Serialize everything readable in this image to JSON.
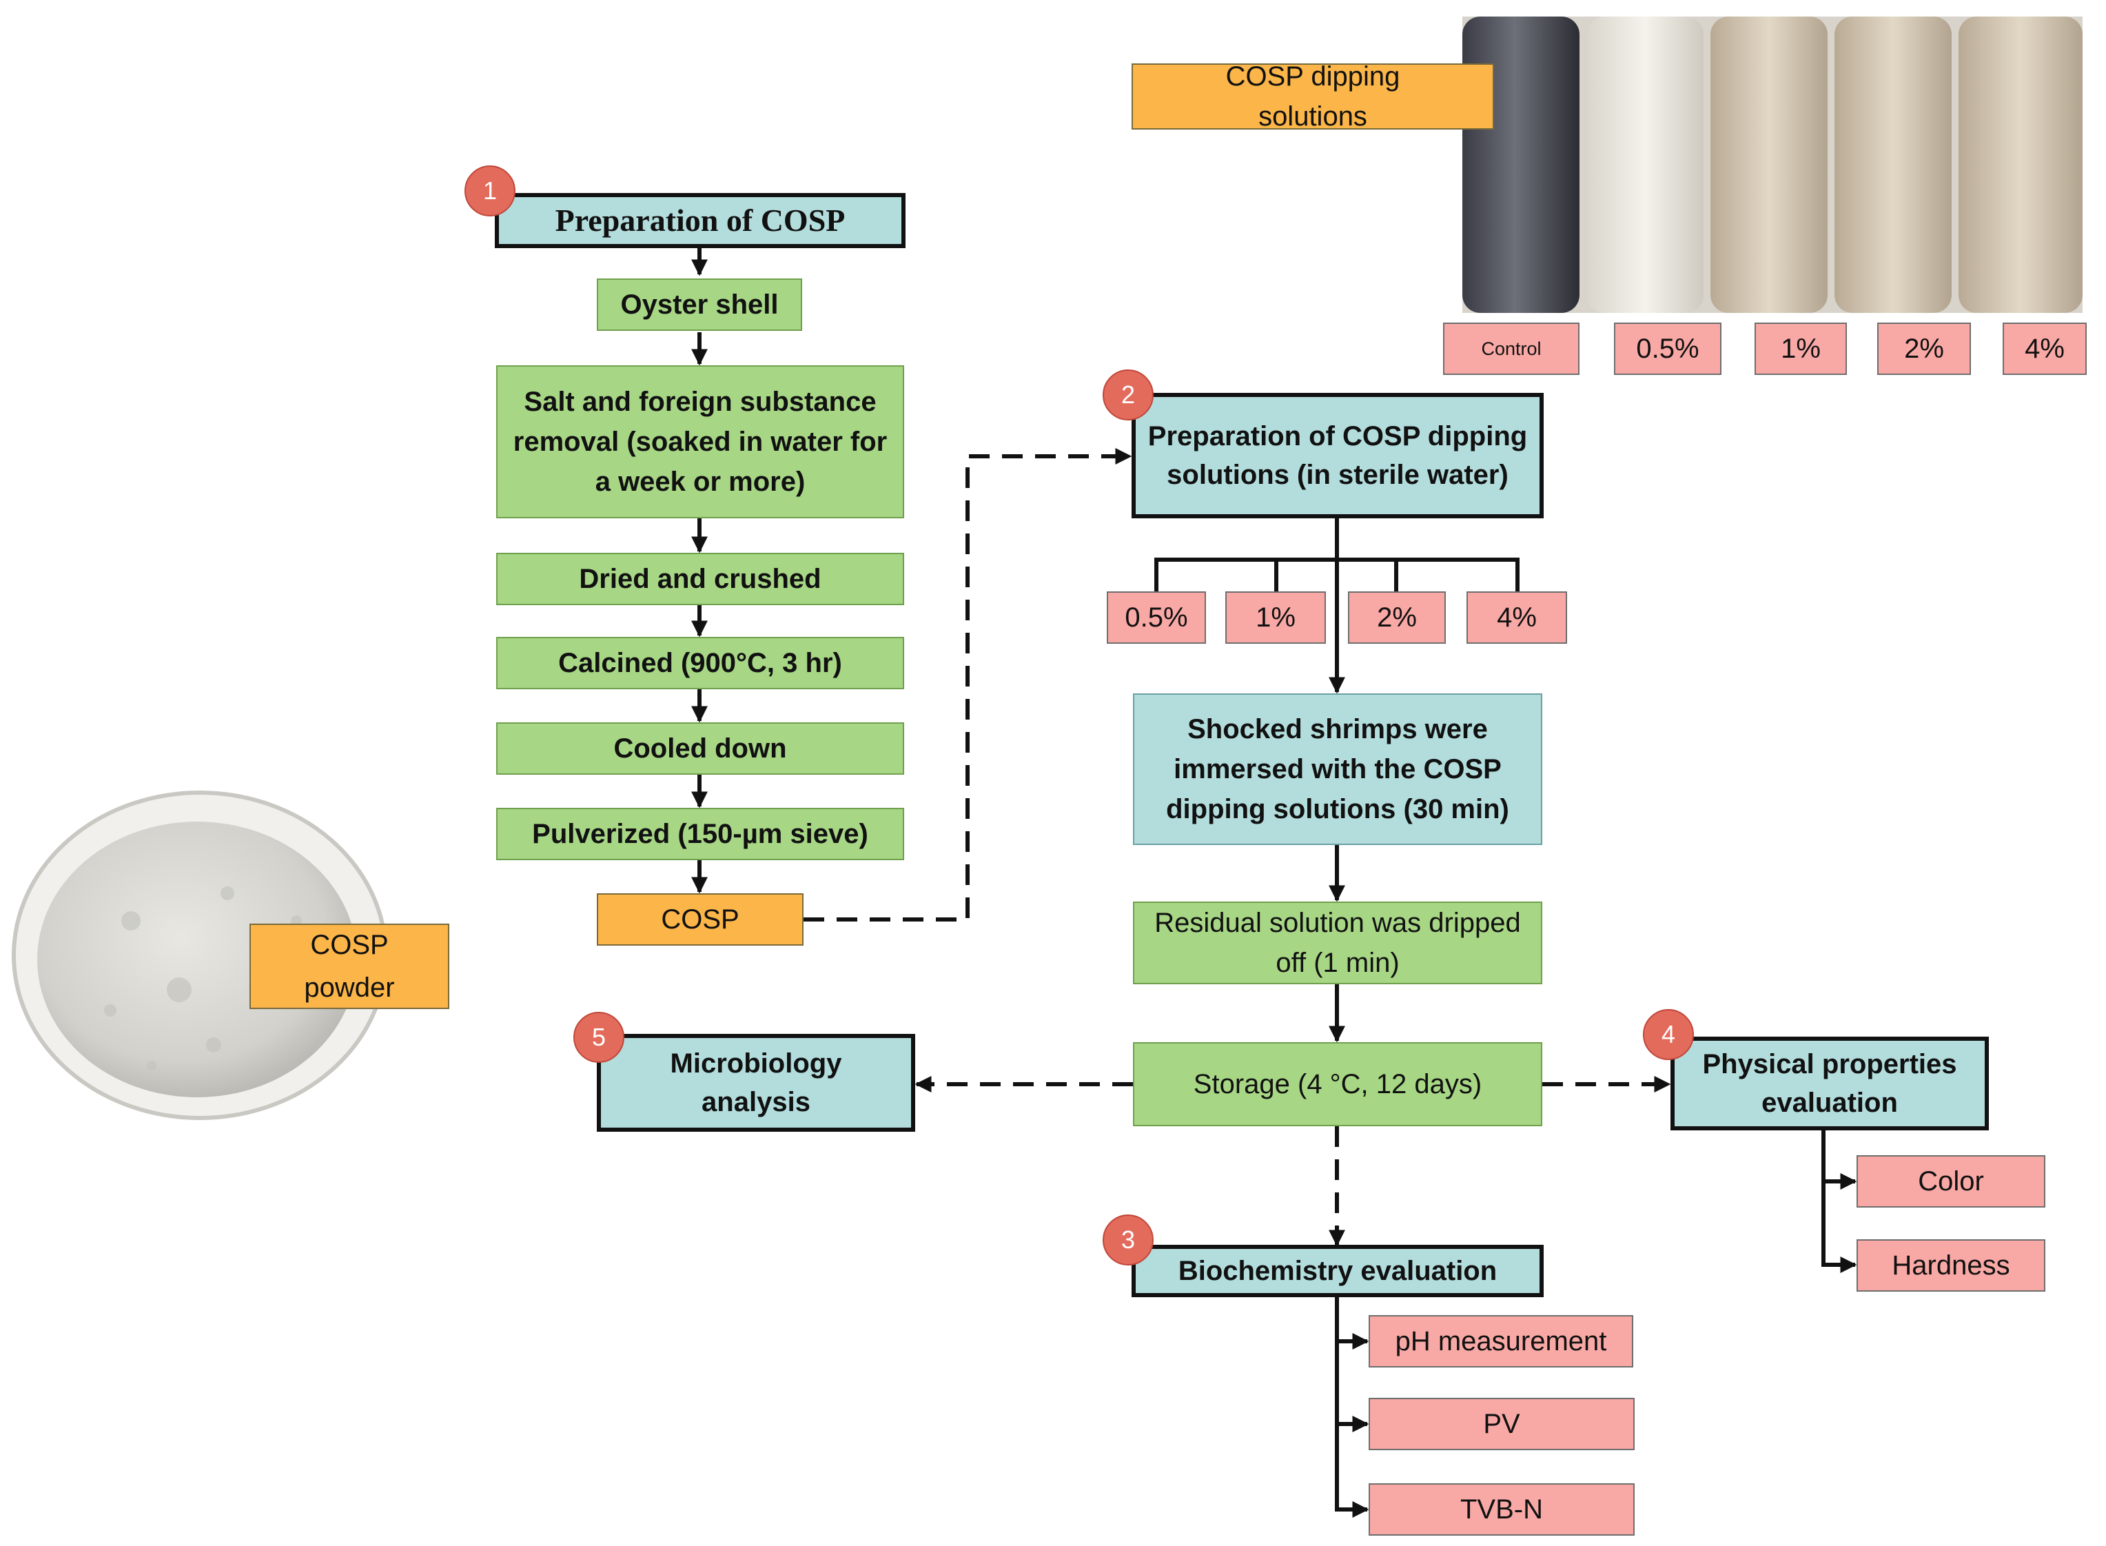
{
  "colors": {
    "header_fill": "#b3dcdc",
    "step_fill": "#a7d685",
    "cosp_fill": "#fbb548",
    "concentration_fill": "#f9a9a5",
    "badge_fill": "#e36b5c"
  },
  "photo_labels": {
    "dipping_solutions": "COSP dipping solutions",
    "powder": "COSP powder"
  },
  "solution_tubes": [
    "Control",
    "0.5%",
    "1%",
    "2%",
    "4%"
  ],
  "section1": {
    "number": "1",
    "title": "Preparation of COSP",
    "steps": [
      "Oyster shell",
      "Salt and foreign substance removal (soaked in water for a week or more)",
      "Dried and crushed",
      "Calcined (900°C, 3 hr)",
      "Cooled down",
      "Pulverized (150-µm sieve)"
    ],
    "product": "COSP"
  },
  "section2": {
    "number": "2",
    "title": "Preparation of COSP dipping solutions (in sterile water)",
    "concentrations": [
      "0.5%",
      "1%",
      "2%",
      "4%"
    ],
    "immersion": "Shocked shrimps were immersed with the COSP dipping solutions (30 min)",
    "drip": "Residual solution was dripped off (1 min)",
    "storage": "Storage (4 °C, 12 days)"
  },
  "section3": {
    "number": "3",
    "title": "Biochemistry evaluation",
    "items": [
      "pH measurement",
      "PV",
      "TVB-N"
    ]
  },
  "section4": {
    "number": "4",
    "title": "Physical properties evaluation",
    "items": [
      "Color",
      "Hardness"
    ]
  },
  "section5": {
    "number": "5",
    "title": "Microbiology analysis"
  }
}
